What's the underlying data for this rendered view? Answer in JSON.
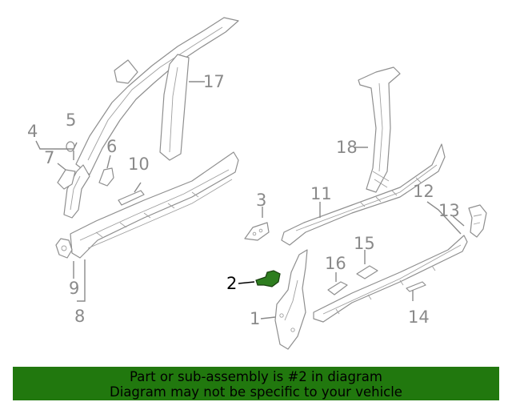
{
  "callouts": [
    "1",
    "2",
    "3",
    "4",
    "5",
    "6",
    "7",
    "8",
    "9",
    "10",
    "11",
    "12",
    "13",
    "14",
    "15",
    "16",
    "17",
    "18"
  ],
  "highlighted_part": "2",
  "banner": {
    "line1": "Part or sub-assembly is #2 in diagram",
    "line2": "Diagram may not be specific to your vehicle"
  },
  "colors": {
    "banner_bg": "#21780e",
    "highlight": "#2e7d1f",
    "line": "#8f8f8f"
  }
}
